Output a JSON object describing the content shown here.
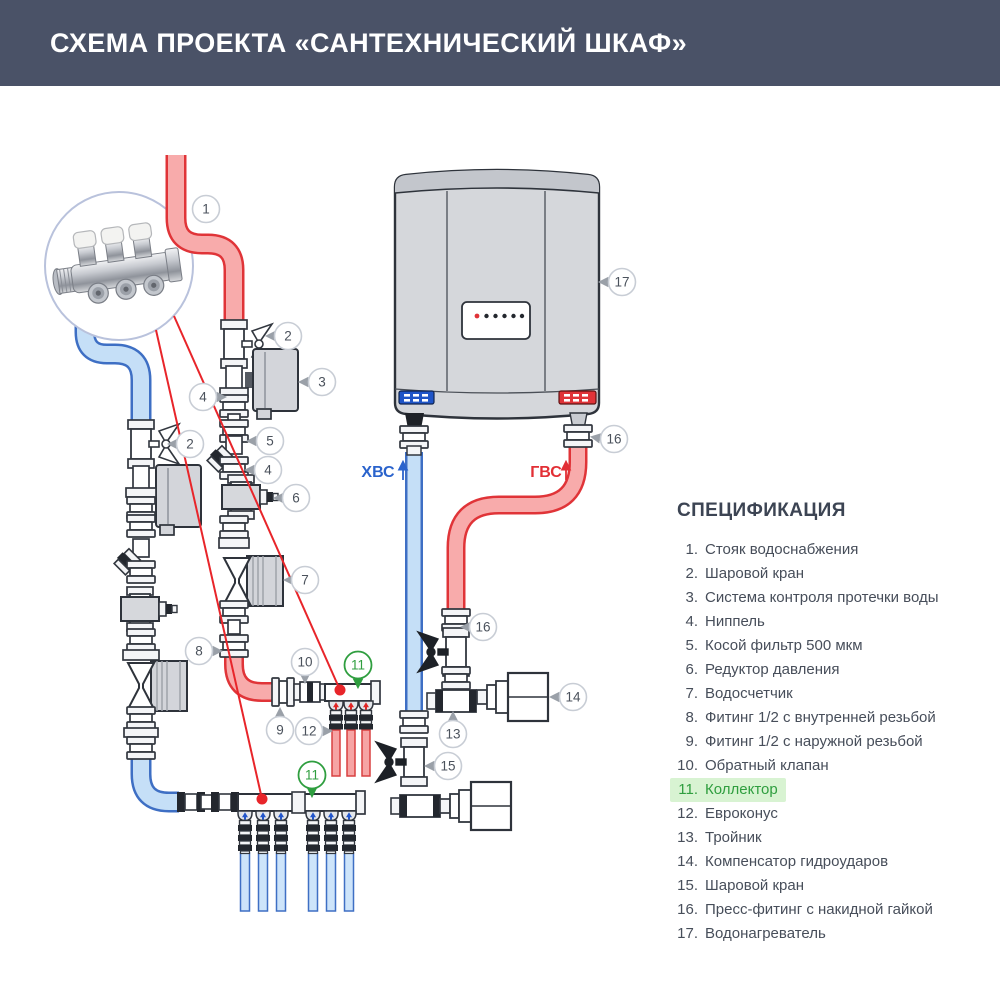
{
  "header": {
    "title": "СХЕМА ПРОЕКТА «САНТЕХНИЧЕСКИЙ ШКАФ»",
    "bg": "#4a5267"
  },
  "diagram": {
    "labels": {
      "cold_supply": "ХВС",
      "hot_supply": "ГВС"
    },
    "colors": {
      "hot_stroke": "#e03438",
      "hot_fill": "#f8abab",
      "cold_stroke": "#3e6fc4",
      "cold_fill": "#c5dff7",
      "leader_line": "#e8252a",
      "green_accent": "#2f9e3f",
      "highlight_bg": "#d8f3d2",
      "header_bg": "#4a5267",
      "component_grey": "#d3d5da",
      "outline": "#2e333b"
    },
    "callouts": [
      {
        "n": "1"
      },
      {
        "n": "2"
      },
      {
        "n": "3"
      },
      {
        "n": "4"
      },
      {
        "n": "2"
      },
      {
        "n": "5"
      },
      {
        "n": "4"
      },
      {
        "n": "6"
      },
      {
        "n": "7"
      },
      {
        "n": "8"
      },
      {
        "n": "9"
      },
      {
        "n": "10"
      },
      {
        "n": "11",
        "green": true
      },
      {
        "n": "12"
      },
      {
        "n": "11",
        "green": true
      },
      {
        "n": "13"
      },
      {
        "n": "14"
      },
      {
        "n": "15"
      },
      {
        "n": "16"
      },
      {
        "n": "16"
      },
      {
        "n": "17"
      }
    ]
  },
  "spec": {
    "heading": "СПЕЦИФИКАЦИЯ",
    "items": [
      {
        "num": "1.",
        "label": "Стояк водоснабжения"
      },
      {
        "num": "2.",
        "label": "Шаровой кран"
      },
      {
        "num": "3.",
        "label": "Система контроля протечки воды"
      },
      {
        "num": "4.",
        "label": "Ниппель"
      },
      {
        "num": "5.",
        "label": "Косой фильтр 500 мкм"
      },
      {
        "num": "6.",
        "label": "Редуктор давления"
      },
      {
        "num": "7.",
        "label": "Водосчетчик"
      },
      {
        "num": "8.",
        "label": "Фитинг 1/2 с внутренней резьбой"
      },
      {
        "num": "9.",
        "label": "Фитинг 1/2 с наружной резьбой"
      },
      {
        "num": "10.",
        "label": "Обратный клапан"
      },
      {
        "num": "11.",
        "label": "Коллектор",
        "cls": "hl"
      },
      {
        "num": "12.",
        "label": "Евроконус"
      },
      {
        "num": "13.",
        "label": "Тройник"
      },
      {
        "num": "14.",
        "label": "Компенсатор гидроударов"
      },
      {
        "num": "15.",
        "label": "Шаровой кран"
      },
      {
        "num": "16.",
        "label": "Пресс-фитинг с накидной гайкой"
      },
      {
        "num": "17.",
        "label": "Водонагреватель"
      }
    ]
  }
}
